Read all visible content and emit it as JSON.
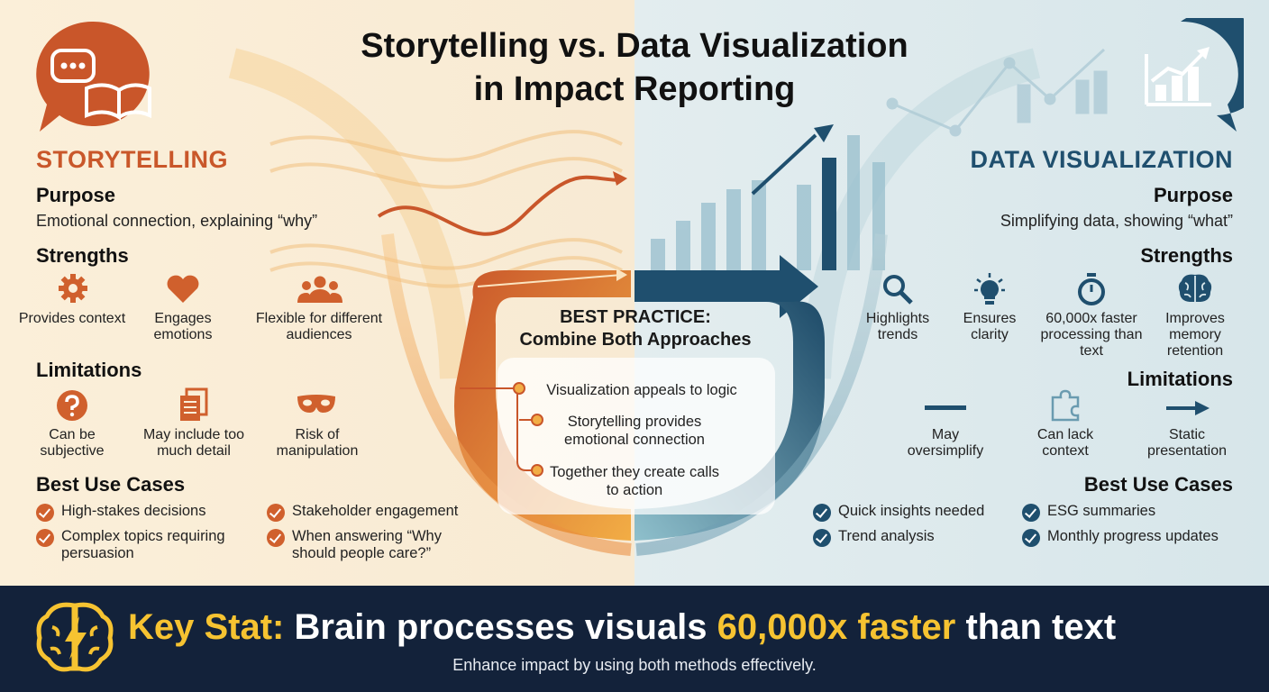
{
  "title": {
    "line1": "Storytelling vs. Data Visualization",
    "line2": "in Impact Reporting"
  },
  "storytelling": {
    "heading": "STORYTELLING",
    "purpose_label": "Purpose",
    "purpose_text": "Emotional connection, explaining “why”",
    "strengths_label": "Strengths",
    "strengths": [
      "Provides context",
      "Engages emotions",
      "Flexible for different audiences"
    ],
    "limitations_label": "Limitations",
    "limitations": [
      "Can be subjective",
      "May include too much detail",
      "Risk of manipulation"
    ],
    "use_cases_label": "Best Use Cases",
    "use_cases": [
      "High-stakes decisions",
      "Complex topics requiring persuasion",
      "Stakeholder engagement",
      "When answering “Why should people care?”"
    ],
    "icons": {
      "header": "speech-book-icon",
      "strengths": [
        "gear-icon",
        "heart-icon",
        "people-icon"
      ],
      "limitations": [
        "question-icon",
        "documents-icon",
        "mask-icon"
      ]
    }
  },
  "dataviz": {
    "heading": "DATA VISUALIZATION",
    "purpose_label": "Purpose",
    "purpose_text": "Simplifying data, showing “what”",
    "strengths_label": "Strengths",
    "strengths": [
      "Highlights trends",
      "Ensures clarity",
      "60,000x faster processing than text",
      "Improves memory retention"
    ],
    "limitations_label": "Limitations",
    "limitations": [
      "May oversimplify",
      "Can lack context",
      "Static presentation"
    ],
    "use_cases_label": "Best Use Cases",
    "use_cases": [
      "Quick insights needed",
      "Trend analysis",
      "ESG summaries",
      "Monthly progress updates"
    ],
    "icons": {
      "header": "bar-chart-icon",
      "strengths": [
        "magnifier-icon",
        "lightbulb-icon",
        "stopwatch-icon",
        "brain-icon"
      ],
      "limitations": [
        "dash-icon",
        "puzzle-icon",
        "arrow-icon"
      ]
    }
  },
  "best_practice": {
    "title": "BEST PRACTICE:",
    "subtitle": "Combine Both Approaches",
    "items": [
      "Visualization appeals to logic",
      "Storytelling provides emotional connection",
      "Together they create calls to action"
    ]
  },
  "footer": {
    "stat_label": "Key Stat:",
    "stat_part1": "Brain processes visuals",
    "stat_highlight": "60,000x faster",
    "stat_part2": "than text",
    "subtext": "Enhance impact by using both methods effectively.",
    "icon": "brain-lightning-icon"
  },
  "colors": {
    "story_accent": "#d0602d",
    "data_accent": "#1f4f6e",
    "footer_bg": "#13223a",
    "highlight": "#f6c331"
  }
}
